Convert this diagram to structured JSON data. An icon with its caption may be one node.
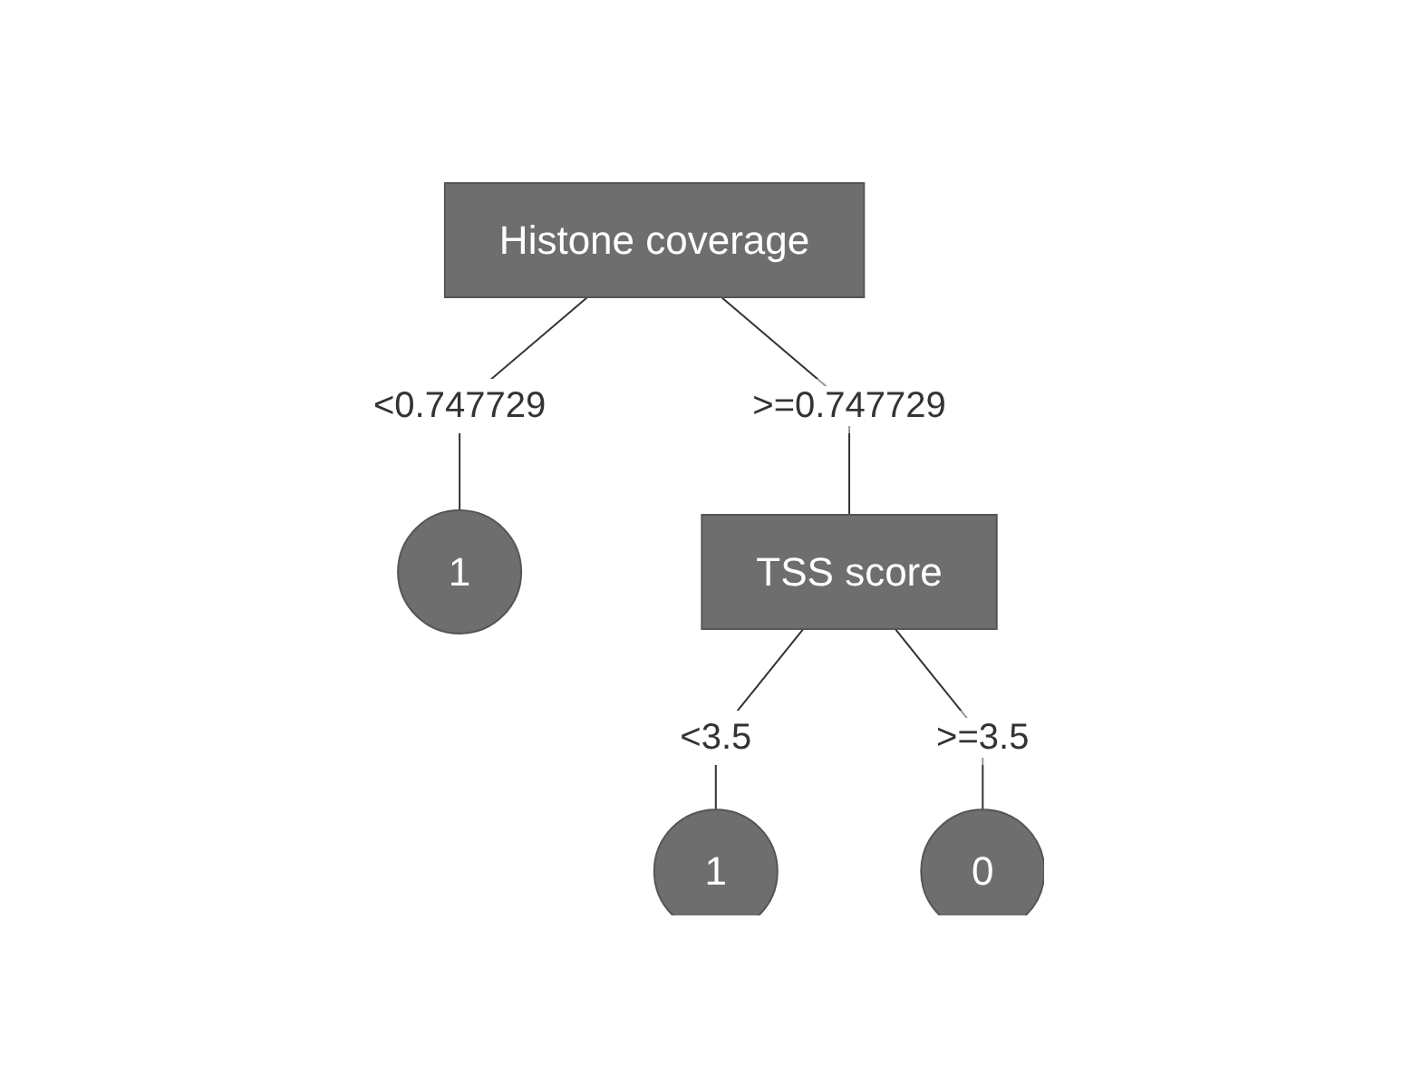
{
  "diagram": {
    "nodes": [
      {
        "text": [
          "Histone coverage"
        ]
      },
      {
        "text": [
          "1"
        ]
      },
      {
        "text": [
          "TSS score"
        ]
      },
      {
        "text": [
          "1"
        ]
      },
      {
        "text": [
          "0"
        ]
      }
    ],
    "edges": [
      {
        "from": 0,
        "to": 1,
        "arrow": "none",
        "label": "<0.747729"
      },
      {
        "from": 0,
        "to": 2,
        "arrow": "none",
        "label": ">=0.747729"
      },
      {
        "from": 2,
        "to": 3,
        "arrow": "none",
        "label": "<3.5"
      },
      {
        "from": 2,
        "to": 4,
        "arrow": "none",
        "label": ">=3.5"
      }
    ]
  }
}
